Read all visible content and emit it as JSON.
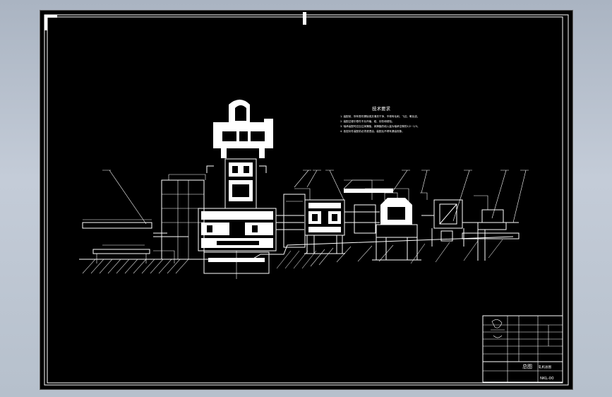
{
  "drawing": {
    "tech_title": "技术要求",
    "tech_notes": [
      "1. 装配前，所有零件需除锈并清洗干净，不得有毛刺、飞边、氧化皮。",
      "2. 装配过程中零件不允许磕、碰、划伤和锈蚀。",
      "3. 轴承装配时应加注润滑脂，润滑脂的填入量为轴承空隙的1/2~2/3。",
      "4. 各密封件装配前必须浸透油，装配后不得有漏油现象。"
    ],
    "title_block": {
      "name": "总图",
      "drawing_no": "NKL-00",
      "company": "轧机总图"
    },
    "colors": {
      "sheet": "#000000",
      "lines": "#ffffff",
      "background": "#b4bdc9"
    }
  }
}
